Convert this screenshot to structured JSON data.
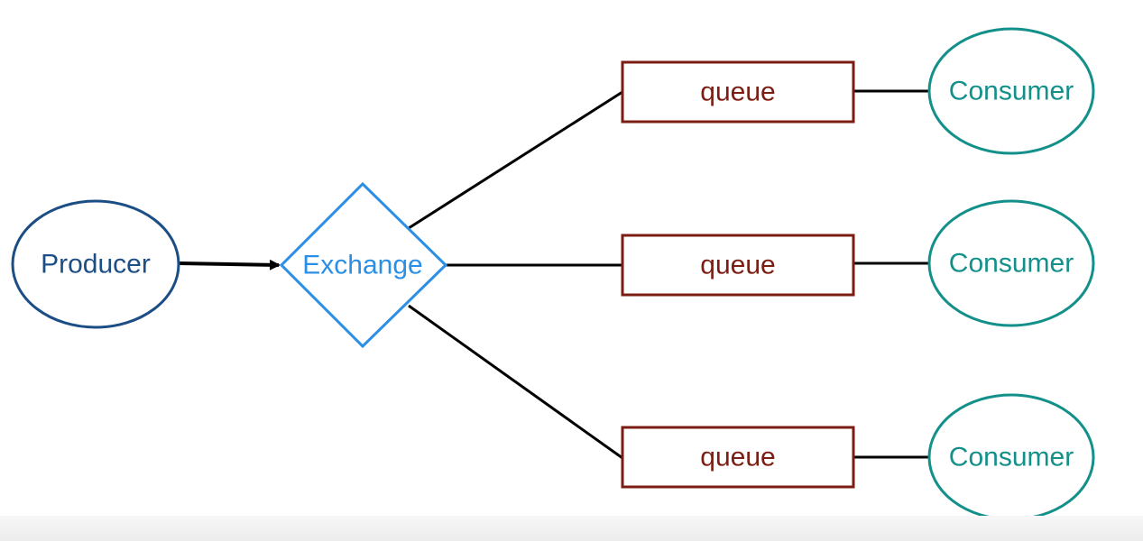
{
  "colors": {
    "producer": "#1c4e86",
    "exchange": "#2b8fe6",
    "queue": "#7b1d12",
    "consumer": "#14908a",
    "edge": "#000000"
  },
  "producer": {
    "label": "Producer"
  },
  "exchange": {
    "label": "Exchange"
  },
  "queues": [
    {
      "label": "queue"
    },
    {
      "label": "queue"
    },
    {
      "label": "queue"
    }
  ],
  "consumers": [
    {
      "label": "Consumer"
    },
    {
      "label": "Consumer"
    },
    {
      "label": "Consumer"
    }
  ]
}
